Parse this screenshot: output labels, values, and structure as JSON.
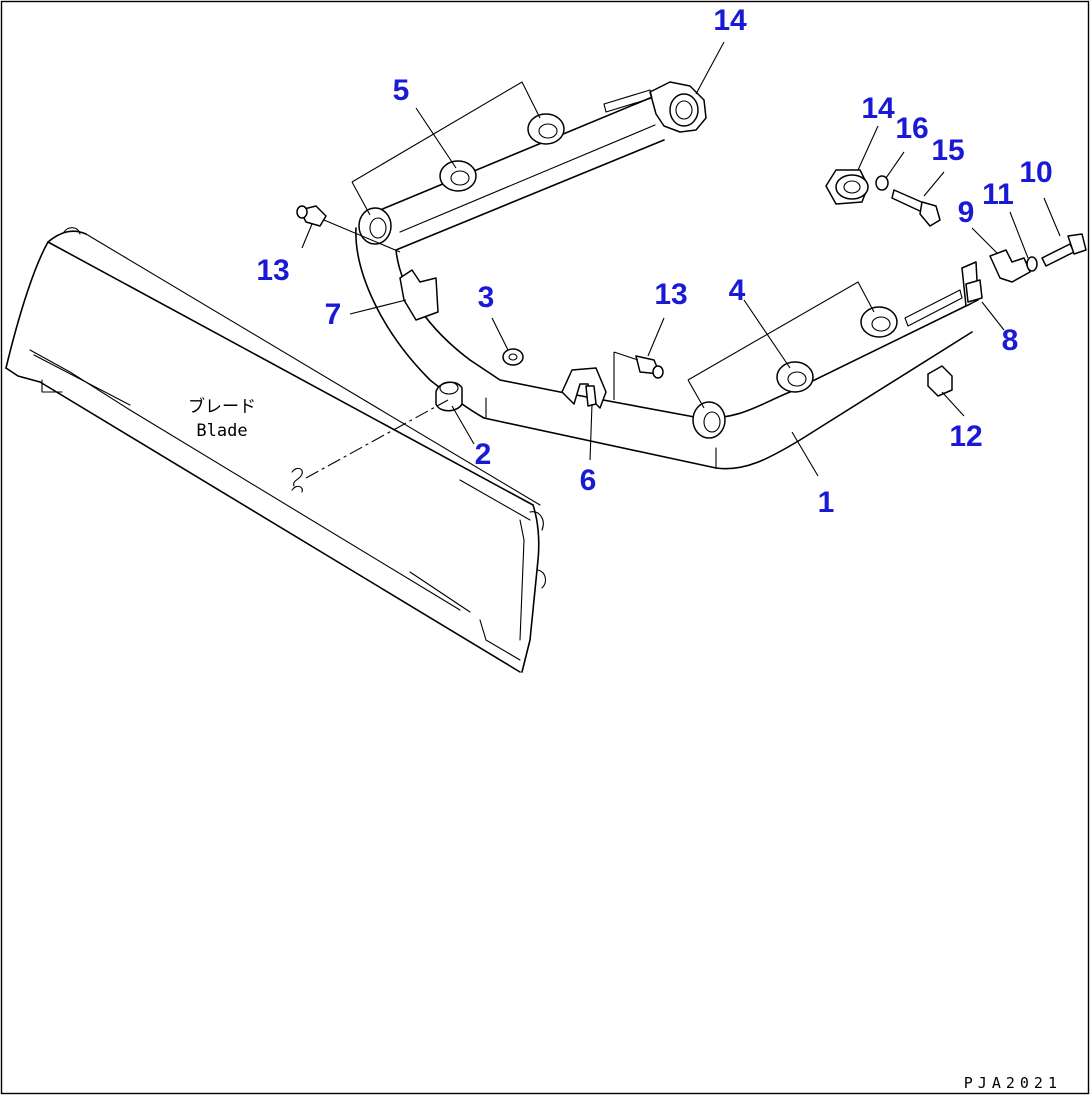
{
  "callouts": {
    "c1": "1",
    "c2": "2",
    "c3": "3",
    "c4": "4",
    "c5": "5",
    "c6": "6",
    "c7": "7",
    "c8": "8",
    "c9": "9",
    "c10": "10",
    "c11": "11",
    "c12": "12",
    "c13a": "13",
    "c13b": "13",
    "c14a": "14",
    "c14b": "14",
    "c15": "15",
    "c16": "16"
  },
  "blade": {
    "label_jp": "ブレード",
    "label_en": "Blade"
  },
  "drawing_code": "PJA2021",
  "colors": {
    "callout": "#1a1ad6",
    "line": "#000000",
    "background": "#ffffff"
  }
}
